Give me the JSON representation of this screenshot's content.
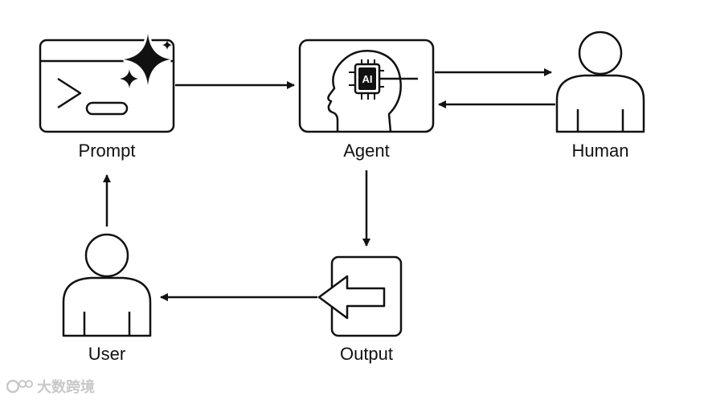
{
  "nodes": {
    "prompt": {
      "label": "Prompt",
      "icon": "terminal-sparkle-icon"
    },
    "agent": {
      "label": "Agent",
      "icon": "ai-head-icon",
      "chip_text": "AI"
    },
    "human": {
      "label": "Human",
      "icon": "person-icon"
    },
    "user": {
      "label": "User",
      "icon": "person-icon"
    },
    "output": {
      "label": "Output",
      "icon": "output-arrow-icon"
    }
  },
  "watermark": {
    "text": "大数跨境",
    "logo": "watermark-logo"
  },
  "colors": {
    "stroke": "#111111",
    "background": "#ffffff",
    "watermark": "#c8c8c8"
  }
}
